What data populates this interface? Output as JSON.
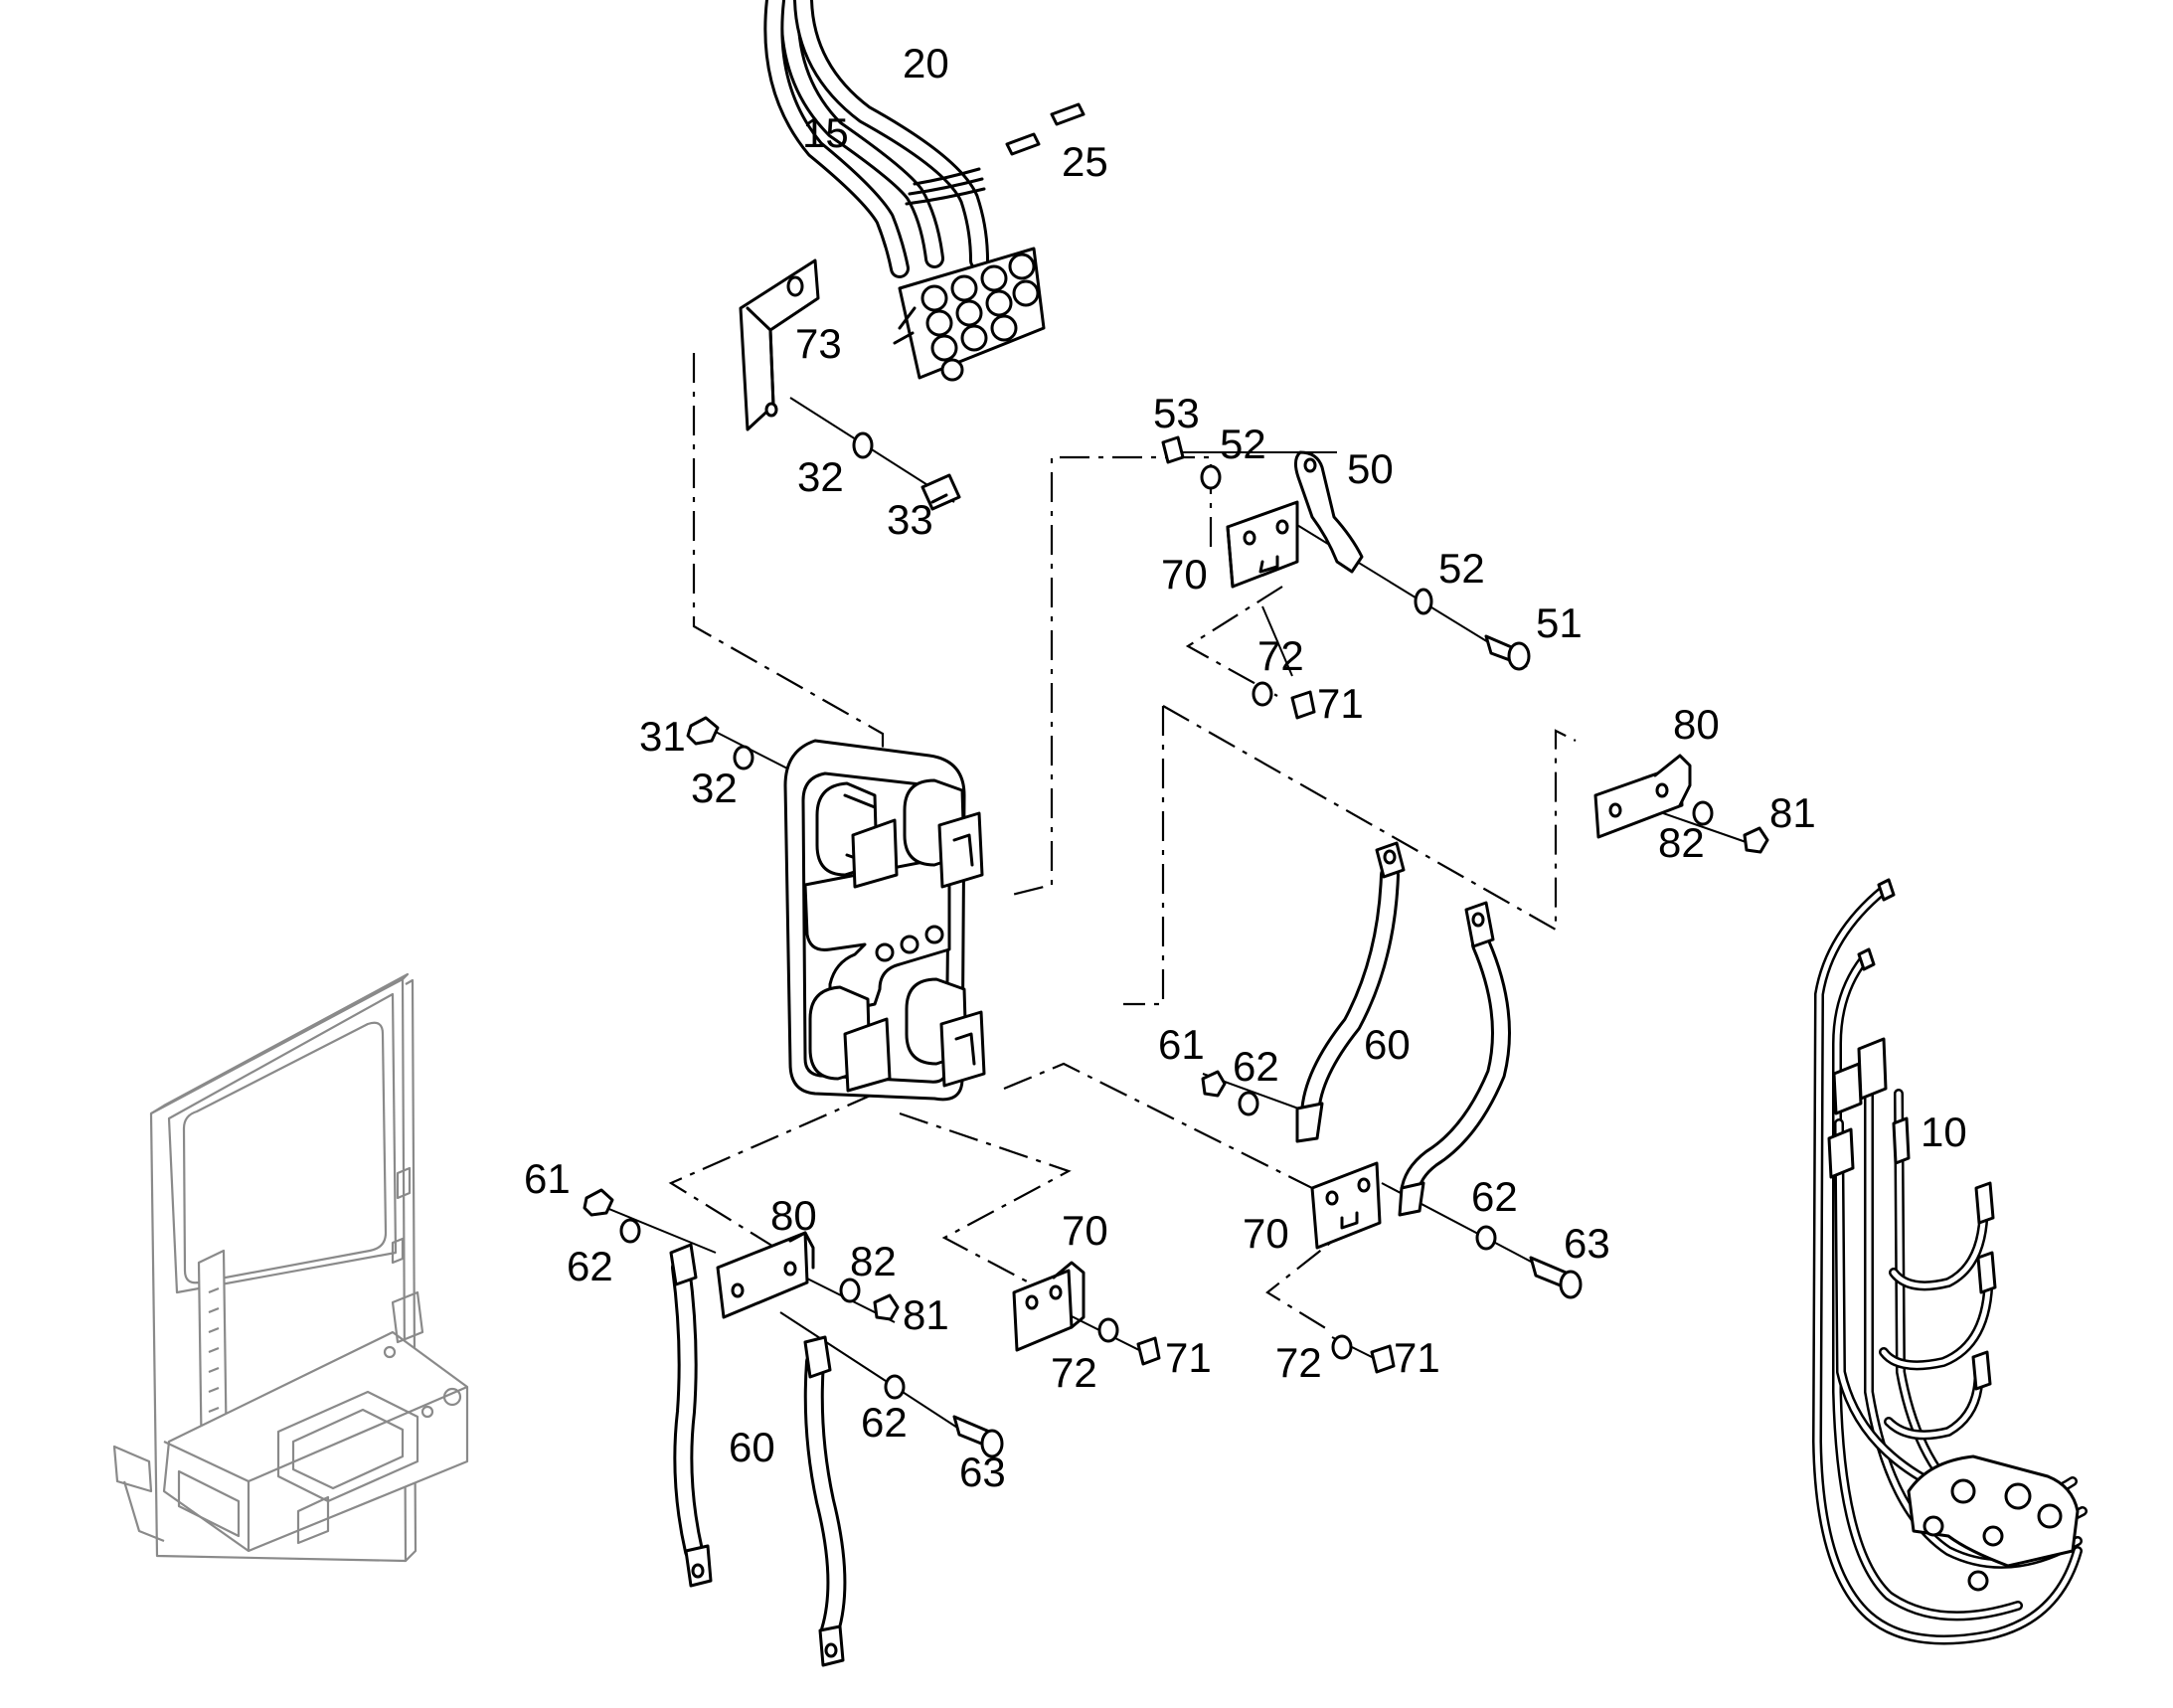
{
  "callouts": {
    "c10": "10",
    "c15": "15",
    "c20": "20",
    "c25": "25",
    "c31": "31",
    "c32a": "32",
    "c32b": "32",
    "c33": "33",
    "c50": "50",
    "c51": "51",
    "c52a": "52",
    "c52b": "52",
    "c53": "53",
    "c60a": "60",
    "c60b": "60",
    "c61a": "61",
    "c61b": "61",
    "c62a": "62",
    "c62b": "62",
    "c62c": "62",
    "c62d": "62",
    "c63a": "63",
    "c63b": "63",
    "c70a": "70",
    "c70b": "70",
    "c70c": "70",
    "c71a": "71",
    "c71b": "71",
    "c71c": "71",
    "c72a": "72",
    "c72b": "72",
    "c72c": "72",
    "c73": "73",
    "c80a": "80",
    "c80b": "80",
    "c81a": "81",
    "c81b": "81",
    "c82a": "82",
    "c82b": "82"
  }
}
